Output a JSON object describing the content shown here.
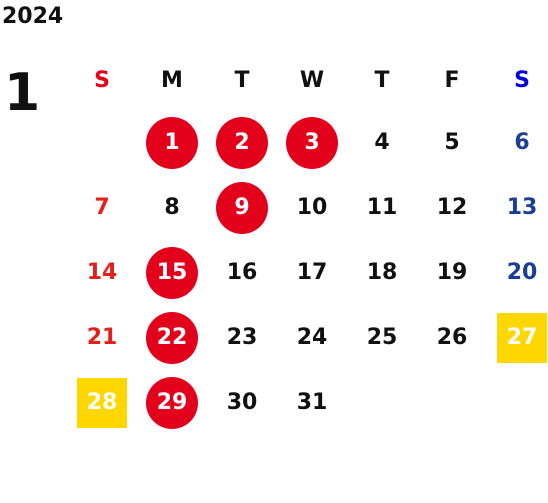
{
  "calendar": {
    "year": "2024",
    "month": "1",
    "weekdays": [
      "S",
      "M",
      "T",
      "W",
      "T",
      "F",
      "S"
    ],
    "weeks": [
      [
        {
          "day": ""
        },
        {
          "day": "1",
          "mark": "holiday"
        },
        {
          "day": "2",
          "mark": "holiday"
        },
        {
          "day": "3",
          "mark": "holiday"
        },
        {
          "day": "4"
        },
        {
          "day": "5"
        },
        {
          "day": "6"
        }
      ],
      [
        {
          "day": "7"
        },
        {
          "day": "8"
        },
        {
          "day": "9",
          "mark": "holiday"
        },
        {
          "day": "10"
        },
        {
          "day": "11"
        },
        {
          "day": "12"
        },
        {
          "day": "13"
        }
      ],
      [
        {
          "day": "14"
        },
        {
          "day": "15",
          "mark": "holiday"
        },
        {
          "day": "16"
        },
        {
          "day": "17"
        },
        {
          "day": "18"
        },
        {
          "day": "19"
        },
        {
          "day": "20"
        }
      ],
      [
        {
          "day": "21"
        },
        {
          "day": "22",
          "mark": "holiday"
        },
        {
          "day": "23"
        },
        {
          "day": "24"
        },
        {
          "day": "25"
        },
        {
          "day": "26"
        },
        {
          "day": "27",
          "mark": "highlight"
        }
      ],
      [
        {
          "day": "28",
          "mark": "highlight"
        },
        {
          "day": "29",
          "mark": "holiday"
        },
        {
          "day": "30"
        },
        {
          "day": "31"
        },
        {
          "day": ""
        },
        {
          "day": ""
        },
        {
          "day": ""
        }
      ]
    ],
    "colors": {
      "holiday_circle": "#e3001b",
      "highlight_square": "#ffd700",
      "sunday_text": "#e3211b",
      "saturday_text": "#1a3d96",
      "sunday_header": "#e3001b",
      "saturday_header": "#0000dd"
    }
  }
}
